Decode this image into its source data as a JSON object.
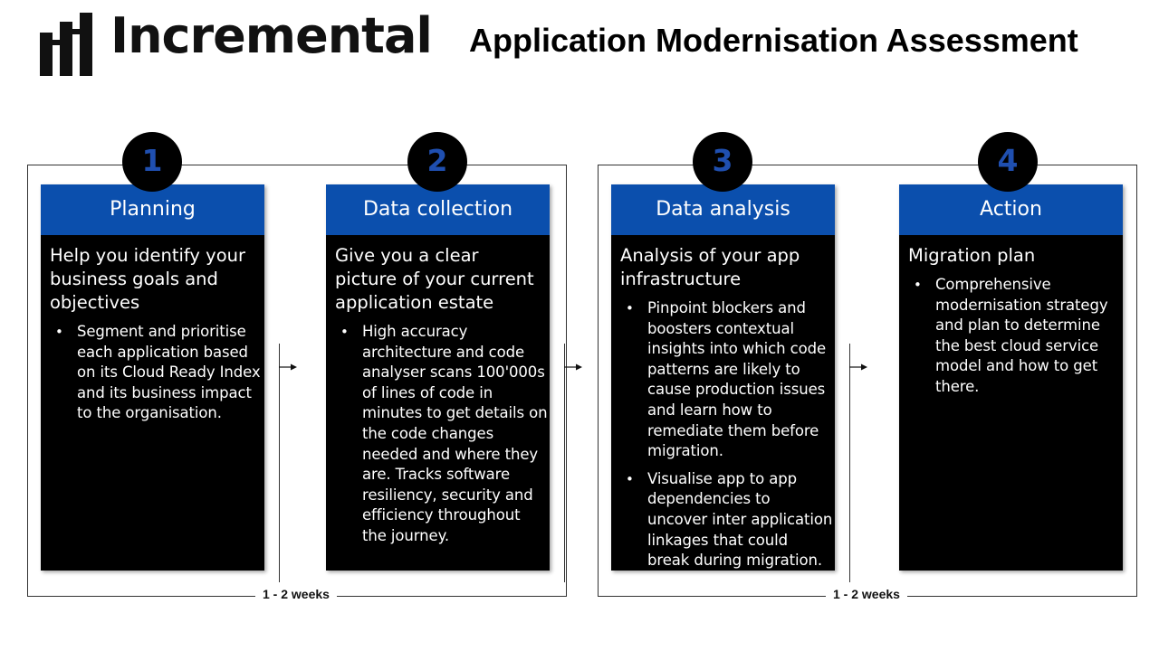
{
  "brand": {
    "logo_text": "Incremental",
    "logo_icon": "incremental-bars-logo"
  },
  "title": "Application Modernisation Assessment",
  "colors": {
    "header_blue": "#0b4fad",
    "number_blue": "#1f4fb0",
    "card_bg": "#000000"
  },
  "durations": [
    "1 - 2 weeks",
    "1 - 2 weeks"
  ],
  "steps": [
    {
      "number": "1",
      "heading": "Planning",
      "subtitle": "Help you identify your business goals and objectives",
      "bullets": [
        "Segment and prioritise each application based on its Cloud Ready Index and its business impact to the organisation."
      ]
    },
    {
      "number": "2",
      "heading": "Data collection",
      "subtitle": "Give you a clear picture of your current application estate",
      "bullets": [
        "High accuracy architecture and code analyser scans 100'000s of lines of code in minutes to get details on the code changes needed and where they are. Tracks software resiliency, security and efficiency throughout the journey."
      ]
    },
    {
      "number": "3",
      "heading": "Data analysis",
      "subtitle": "Analysis of your app infrastructure",
      "bullets": [
        "Pinpoint blockers and boosters contextual insights into which code patterns are likely to cause production issues and learn how to remediate them before migration.",
        "Visualise app to app dependencies to uncover inter application linkages that could break during migration."
      ]
    },
    {
      "number": "4",
      "heading": "Action",
      "subtitle": "Migration plan",
      "bullets": [
        "Comprehensive modernisation strategy and plan to determine the best cloud service model and how to get there."
      ]
    }
  ]
}
